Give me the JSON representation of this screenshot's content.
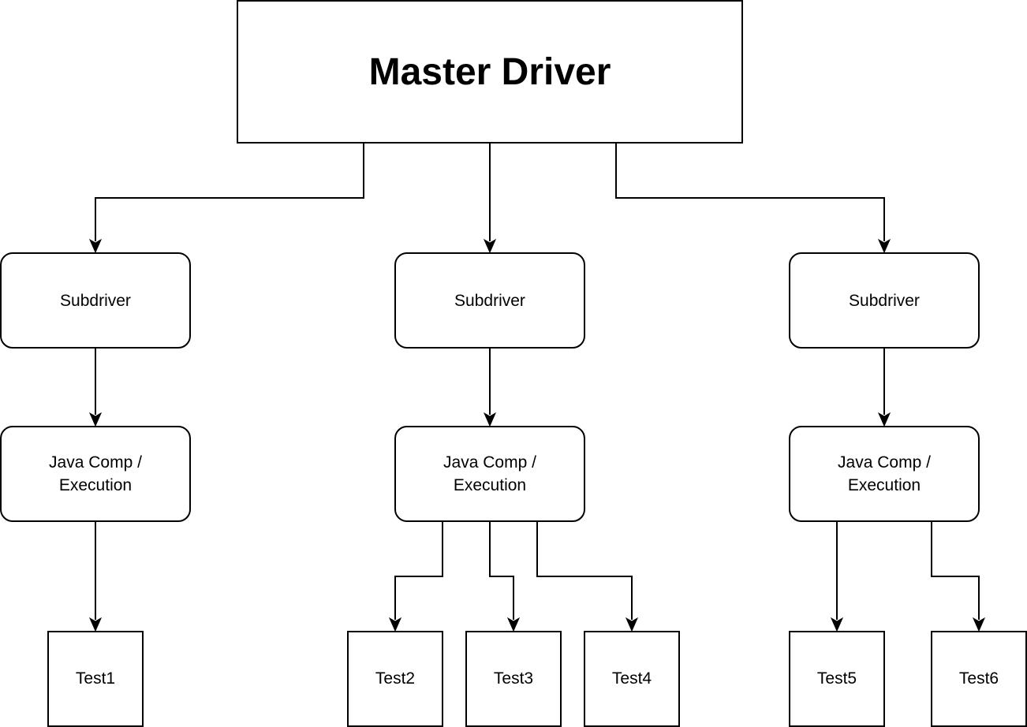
{
  "diagram": {
    "master": {
      "label": "Master Driver"
    },
    "subdrivers": [
      {
        "label": "Subdriver"
      },
      {
        "label": "Subdriver"
      },
      {
        "label": "Subdriver"
      }
    ],
    "executors": [
      {
        "label": "Java Comp /\nExecution"
      },
      {
        "label": "Java Comp /\nExecution"
      },
      {
        "label": "Java Comp /\nExecution"
      }
    ],
    "tests": [
      {
        "label": "Test1"
      },
      {
        "label": "Test2"
      },
      {
        "label": "Test3"
      },
      {
        "label": "Test4"
      },
      {
        "label": "Test5"
      },
      {
        "label": "Test6"
      }
    ],
    "edges": [
      {
        "from": "master",
        "to": "subdriver-1"
      },
      {
        "from": "master",
        "to": "subdriver-2"
      },
      {
        "from": "master",
        "to": "subdriver-3"
      },
      {
        "from": "subdriver-1",
        "to": "executor-1"
      },
      {
        "from": "subdriver-2",
        "to": "executor-2"
      },
      {
        "from": "subdriver-3",
        "to": "executor-3"
      },
      {
        "from": "executor-1",
        "to": "test-1"
      },
      {
        "from": "executor-2",
        "to": "test-2"
      },
      {
        "from": "executor-2",
        "to": "test-3"
      },
      {
        "from": "executor-2",
        "to": "test-4"
      },
      {
        "from": "executor-3",
        "to": "test-5"
      },
      {
        "from": "executor-3",
        "to": "test-6"
      }
    ]
  }
}
